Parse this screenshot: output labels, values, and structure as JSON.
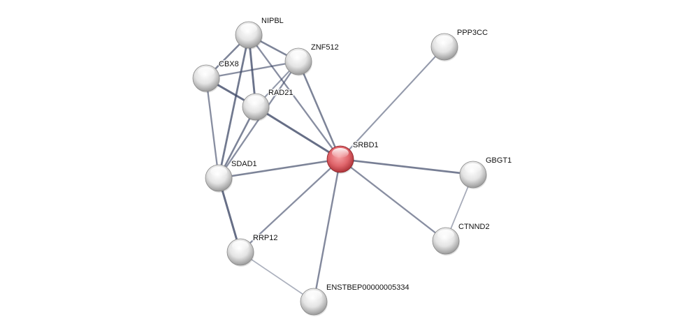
{
  "network": {
    "nodes": [
      {
        "id": "NIPBL",
        "label": "NIPBL",
        "query": false
      },
      {
        "id": "ZNF512",
        "label": "ZNF512",
        "query": false
      },
      {
        "id": "CBX8",
        "label": "CBX8",
        "query": false
      },
      {
        "id": "RAD21",
        "label": "RAD21",
        "query": false
      },
      {
        "id": "SRBD1",
        "label": "SRBD1",
        "query": true
      },
      {
        "id": "SDAD1",
        "label": "SDAD1",
        "query": false
      },
      {
        "id": "RRP12",
        "label": "RRP12",
        "query": false
      },
      {
        "id": "ENSTBEP00000005334",
        "label": "ENSTBEP00000005334",
        "query": false
      },
      {
        "id": "PPP3CC",
        "label": "PPP3CC",
        "query": false
      },
      {
        "id": "GBGT1",
        "label": "GBGT1",
        "query": false
      },
      {
        "id": "CTNND2",
        "label": "CTNND2",
        "query": false
      }
    ],
    "edges": [
      {
        "source": "NIPBL",
        "target": "CBX8",
        "strength": 0.7
      },
      {
        "source": "NIPBL",
        "target": "ZNF512",
        "strength": 0.7
      },
      {
        "source": "NIPBL",
        "target": "RAD21",
        "strength": 0.85
      },
      {
        "source": "NIPBL",
        "target": "SDAD1",
        "strength": 0.8
      },
      {
        "source": "NIPBL",
        "target": "SRBD1",
        "strength": 0.6
      },
      {
        "source": "CBX8",
        "target": "ZNF512",
        "strength": 0.6
      },
      {
        "source": "CBX8",
        "target": "RAD21",
        "strength": 0.9
      },
      {
        "source": "CBX8",
        "target": "SDAD1",
        "strength": 0.6
      },
      {
        "source": "ZNF512",
        "target": "RAD21",
        "strength": 0.5
      },
      {
        "source": "ZNF512",
        "target": "SDAD1",
        "strength": 0.6
      },
      {
        "source": "ZNF512",
        "target": "SRBD1",
        "strength": 0.7
      },
      {
        "source": "RAD21",
        "target": "SRBD1",
        "strength": 0.9
      },
      {
        "source": "RAD21",
        "target": "SDAD1",
        "strength": 0.7
      },
      {
        "source": "SDAD1",
        "target": "SRBD1",
        "strength": 0.7
      },
      {
        "source": "SDAD1",
        "target": "RRP12",
        "strength": 0.9
      },
      {
        "source": "RRP12",
        "target": "SRBD1",
        "strength": 0.6
      },
      {
        "source": "RRP12",
        "target": "ENSTBEP00000005334",
        "strength": 0.3
      },
      {
        "source": "ENSTBEP00000005334",
        "target": "SRBD1",
        "strength": 0.65
      },
      {
        "source": "SRBD1",
        "target": "PPP3CC",
        "strength": 0.5
      },
      {
        "source": "SRBD1",
        "target": "GBGT1",
        "strength": 0.75
      },
      {
        "source": "SRBD1",
        "target": "CTNND2",
        "strength": 0.6
      },
      {
        "source": "GBGT1",
        "target": "CTNND2",
        "strength": 0.35
      }
    ]
  },
  "colors": {
    "query_node": "#d9434b",
    "node": "#e8e8e8",
    "edge": "#3d4766"
  }
}
